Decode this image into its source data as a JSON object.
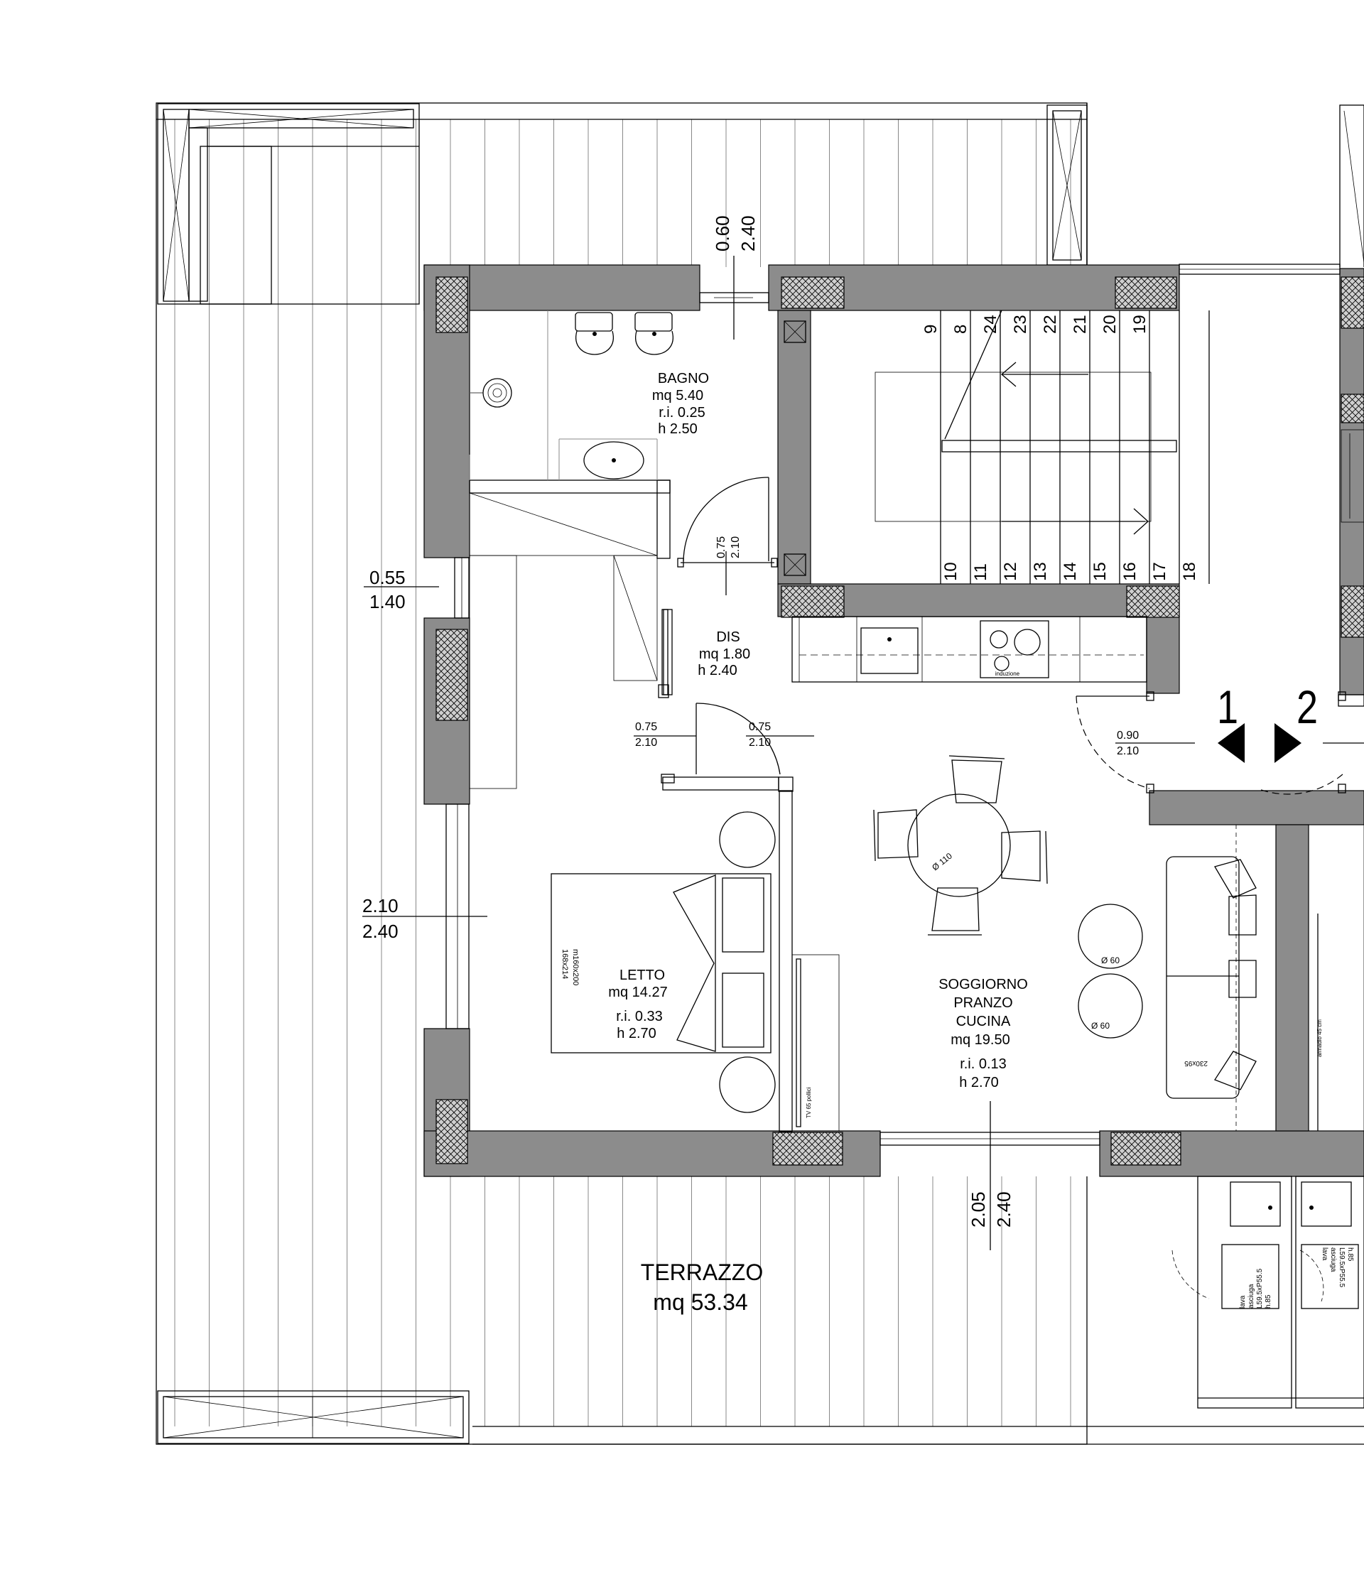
{
  "rooms": {
    "bagno": {
      "name": "BAGNO",
      "area": "mq 5.40",
      "ri": "r.i.  0.25",
      "h": "h 2.50"
    },
    "dis": {
      "name": "DIS",
      "area": "mq 1.80",
      "h": "h 2.40"
    },
    "letto": {
      "name": "LETTO",
      "area": "mq 14.27",
      "ri": "r.i. 0.33",
      "h": "h 2.70"
    },
    "soggiorno": {
      "l1": "SOGGIORNO",
      "l2": "PRANZO",
      "l3": "CUCINA",
      "area": "mq 19.50",
      "ri": "r.i. 0.13",
      "h": "h 2.70"
    },
    "terrazzo": {
      "name": "TERRAZZO",
      "area": "mq 53.34"
    }
  },
  "openings": {
    "bagno_window": {
      "w": "0.60",
      "h": "2.40"
    },
    "left_window": {
      "w": "0.55",
      "h": "1.40"
    },
    "left_door": {
      "w": "2.10",
      "h": "2.40"
    },
    "bottom_door": {
      "w": "2.05",
      "h": "2.40"
    },
    "bagno_door": {
      "w": "0.75",
      "h": "2.10"
    },
    "letto_door": {
      "w": "0.75",
      "h": "2.10"
    },
    "dis_door": {
      "w": "0.75",
      "h": "2.10"
    },
    "entrance_door": {
      "w": "0.90",
      "h": "2.10"
    }
  },
  "stairs": {
    "top": [
      "9",
      "8",
      "24",
      "23",
      "22",
      "21",
      "20",
      "19"
    ],
    "bottom": [
      "10",
      "11",
      "12",
      "13",
      "14",
      "15",
      "16",
      "17",
      "18"
    ]
  },
  "sections": {
    "s1": "1",
    "s2": "2"
  },
  "furniture": {
    "table": "Ø 110",
    "pouf1": "Ø 60",
    "pouf2": "Ø 60",
    "induction": "induzione",
    "bed1": "m160x200",
    "bed2": "168x214",
    "tv": "TV 65 pollici",
    "sofa": "230x95",
    "wardrobe": "armadio 45 cm",
    "laundry1": {
      "l1": "lava",
      "l2": "asciuga",
      "l3": "L59.5xP55.5",
      "l4": "h.85"
    },
    "laundry2": {
      "l1": "lava",
      "l2": "asciuga",
      "l3": "L59.5xP55.5",
      "l4": "h.85"
    }
  }
}
